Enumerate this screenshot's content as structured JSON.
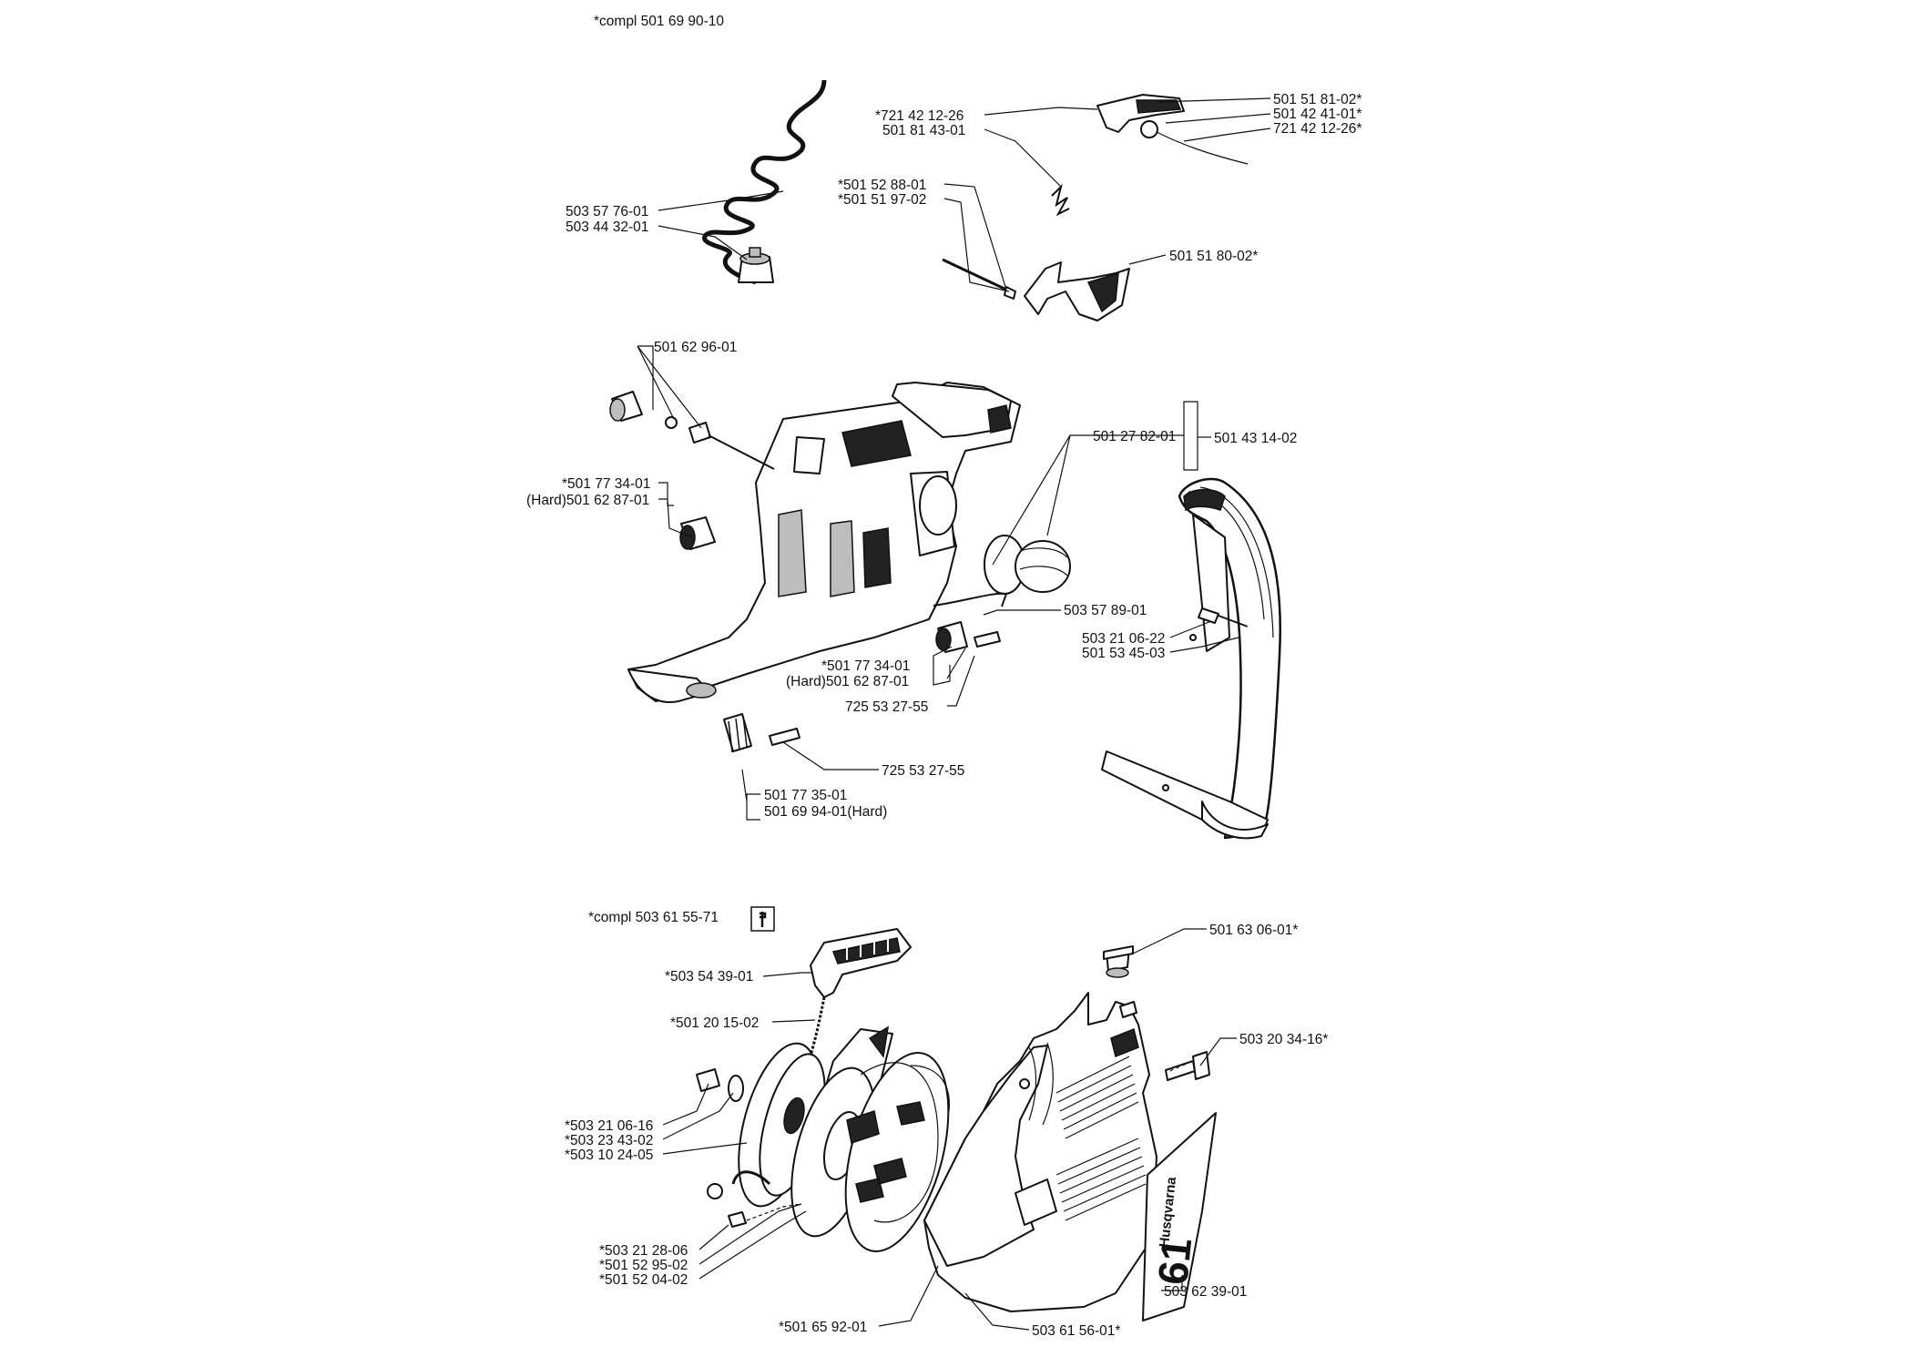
{
  "top_assembly": {
    "compl_label": "*compl 501 69 90-10",
    "parts": {
      "p_721_42_12_26_left": "*721 42 12-26",
      "p_501_81_43_01": "501 81 43-01",
      "p_501_51_81_02": "501 51 81-02*",
      "p_501_42_41_01": "501 42 41-01*",
      "p_721_42_12_26_right": "721 42 12-26*",
      "p_503_57_76_01": "503 57 76-01",
      "p_503_44_32_01": "503 44 32-01",
      "p_501_52_88_01": "*501 52 88-01",
      "p_501_51_97_02": "*501 51 97-02",
      "p_501_51_80_02": "501 51 80-02*",
      "p_501_62_96_01": "501 62 96-01",
      "p_501_27_82_01": "501 27 82-01",
      "p_501_43_14_02": "501 43 14-02",
      "p_501_77_34_01_a": "*501 77 34-01",
      "p_501_62_87_01_a": "(Hard)501 62 87-01",
      "p_503_57_89_01": "503 57 89-01",
      "p_503_21_06_22": "503 21 06-22",
      "p_501_53_45_03": "501 53 45-03",
      "p_501_77_34_01_b": "*501 77 34-01",
      "p_501_62_87_01_b": "(Hard)501 62 87-01",
      "p_725_53_27_55_a": "725 53 27-55",
      "p_725_53_27_55_b": "725 53 27-55",
      "p_501_77_35_01": "501 77 35-01",
      "p_501_69_94_01": "501 69 94-01(Hard)"
    }
  },
  "bottom_assembly": {
    "compl_label": "*compl 503 61 55-71",
    "brand_decal_text": "Husqvarna",
    "model_decal_text": "61",
    "parts": {
      "p_503_54_39_01": "*503 54 39-01",
      "p_501_20_15_02": "*501 20 15-02",
      "p_501_63_06_01": "501 63 06-01*",
      "p_503_20_34_16": "503 20 34-16*",
      "p_503_21_06_16": "*503 21 06-16",
      "p_503_23_43_02": "*503 23 43-02",
      "p_503_10_24_05": "*503 10 24-05",
      "p_503_21_28_06": "*503 21 28-06",
      "p_501_52_95_02": "*501 52 95-02",
      "p_501_52_04_02": "*501 52 04-02",
      "p_501_65_92_01": "*501 65 92-01",
      "p_503_61_56_01": "503 61 56-01*",
      "p_503_62_39_01": "503 62 39-01"
    }
  }
}
